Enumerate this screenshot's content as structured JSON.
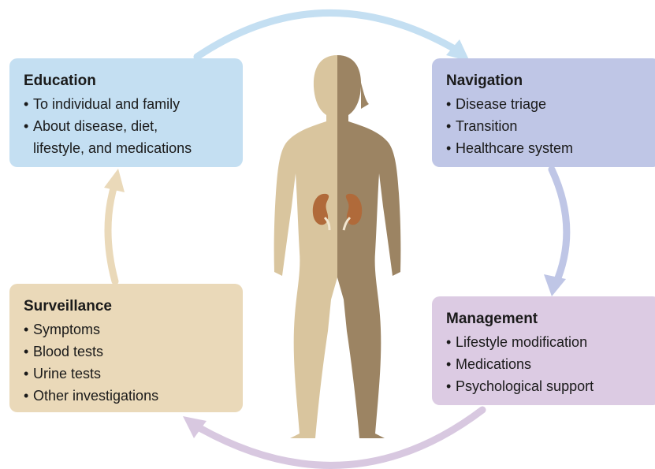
{
  "colors": {
    "education_box": "#c4dff2",
    "navigation_box": "#bfc6e6",
    "surveillance_box": "#ead9b9",
    "management_box": "#dccbe3",
    "arrow_top": "#c4dff2",
    "arrow_right": "#bfc6e6",
    "arrow_bottom": "#d8c8e0",
    "arrow_left": "#ead9b9",
    "figure_light": "#d9c59e",
    "figure_dark": "#9c8463",
    "kidney": "#b06a3a"
  },
  "boxes": {
    "education": {
      "title": "Education",
      "items": [
        "To individual and family",
        "About disease, diet,",
        "lifestyle, and medications"
      ]
    },
    "navigation": {
      "title": "Navigation",
      "items": [
        "Disease triage",
        "Transition",
        "Healthcare system"
      ]
    },
    "surveillance": {
      "title": "Surveillance",
      "items": [
        "Symptoms",
        "Blood tests",
        "Urine tests",
        "Other investigations"
      ]
    },
    "management": {
      "title": "Management",
      "items": [
        "Lifestyle modification",
        "Medications",
        "Psychological support"
      ]
    }
  },
  "icons": {
    "center": "human-body-silhouette-icon",
    "organs": "kidneys-icon"
  }
}
